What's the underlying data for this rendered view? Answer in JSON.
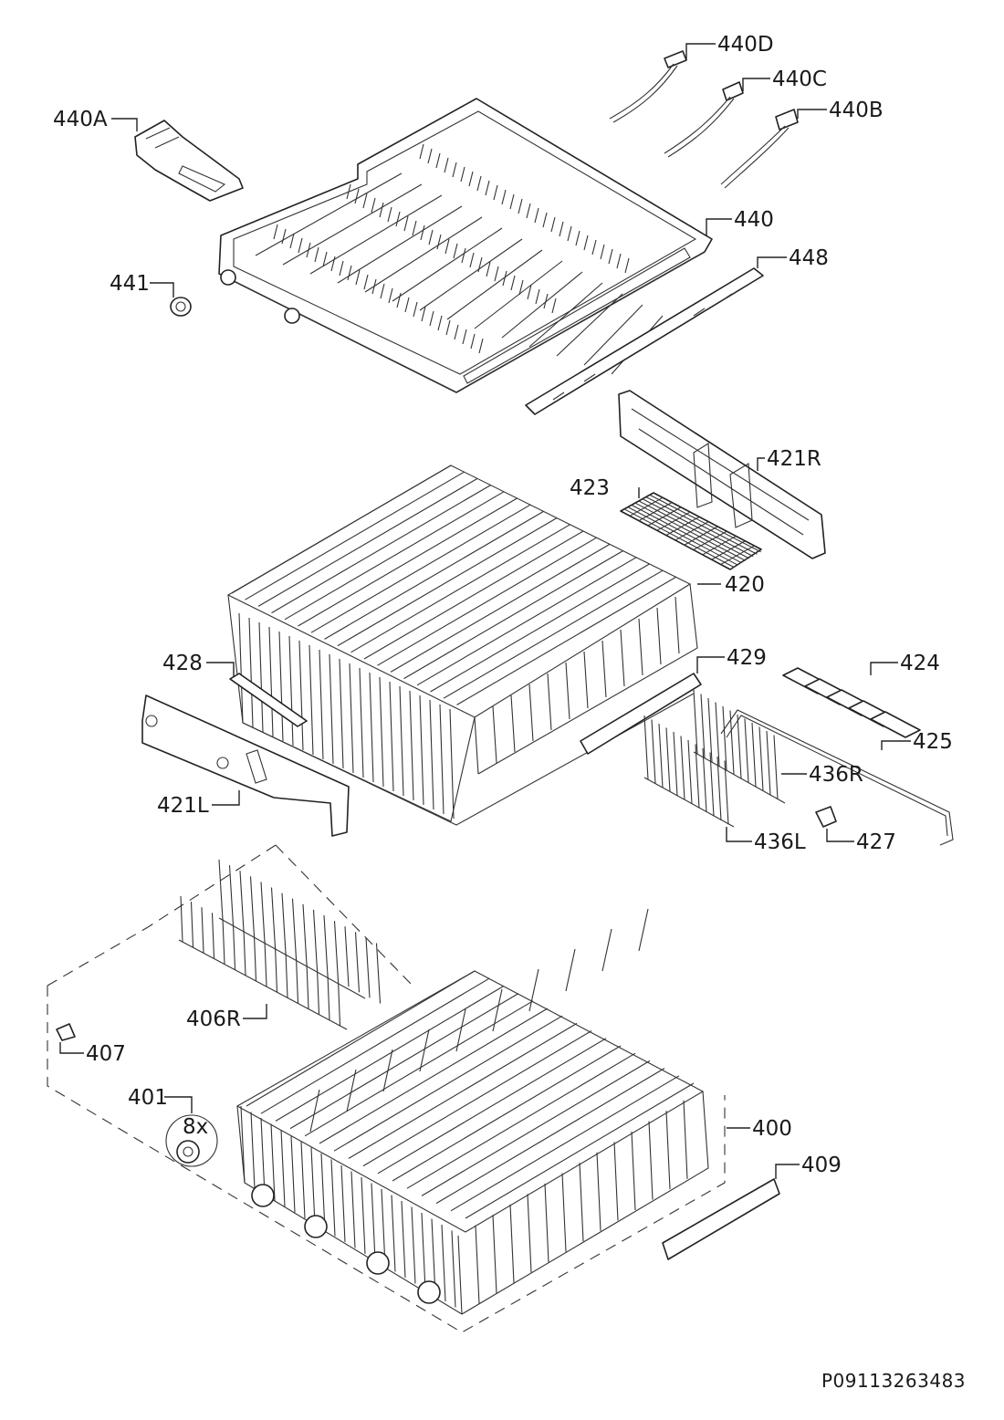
{
  "parts": [
    {
      "id": "440D",
      "label": "440D"
    },
    {
      "id": "440C",
      "label": "440C"
    },
    {
      "id": "440B",
      "label": "440B"
    },
    {
      "id": "440A",
      "label": "440A"
    },
    {
      "id": "440",
      "label": "440"
    },
    {
      "id": "448",
      "label": "448"
    },
    {
      "id": "441",
      "label": "441"
    },
    {
      "id": "421R",
      "label": "421R"
    },
    {
      "id": "423",
      "label": "423"
    },
    {
      "id": "420",
      "label": "420"
    },
    {
      "id": "428",
      "label": "428"
    },
    {
      "id": "429",
      "label": "429"
    },
    {
      "id": "424",
      "label": "424"
    },
    {
      "id": "425",
      "label": "425"
    },
    {
      "id": "436R",
      "label": "436R"
    },
    {
      "id": "421L",
      "label": "421L"
    },
    {
      "id": "436L",
      "label": "436L"
    },
    {
      "id": "427",
      "label": "427"
    },
    {
      "id": "406R",
      "label": "406R"
    },
    {
      "id": "407",
      "label": "407"
    },
    {
      "id": "401",
      "label": "401"
    },
    {
      "id": "400",
      "label": "400"
    },
    {
      "id": "409",
      "label": "409"
    }
  ],
  "quantity_note": "8x",
  "drawing_code": "P09113263483"
}
